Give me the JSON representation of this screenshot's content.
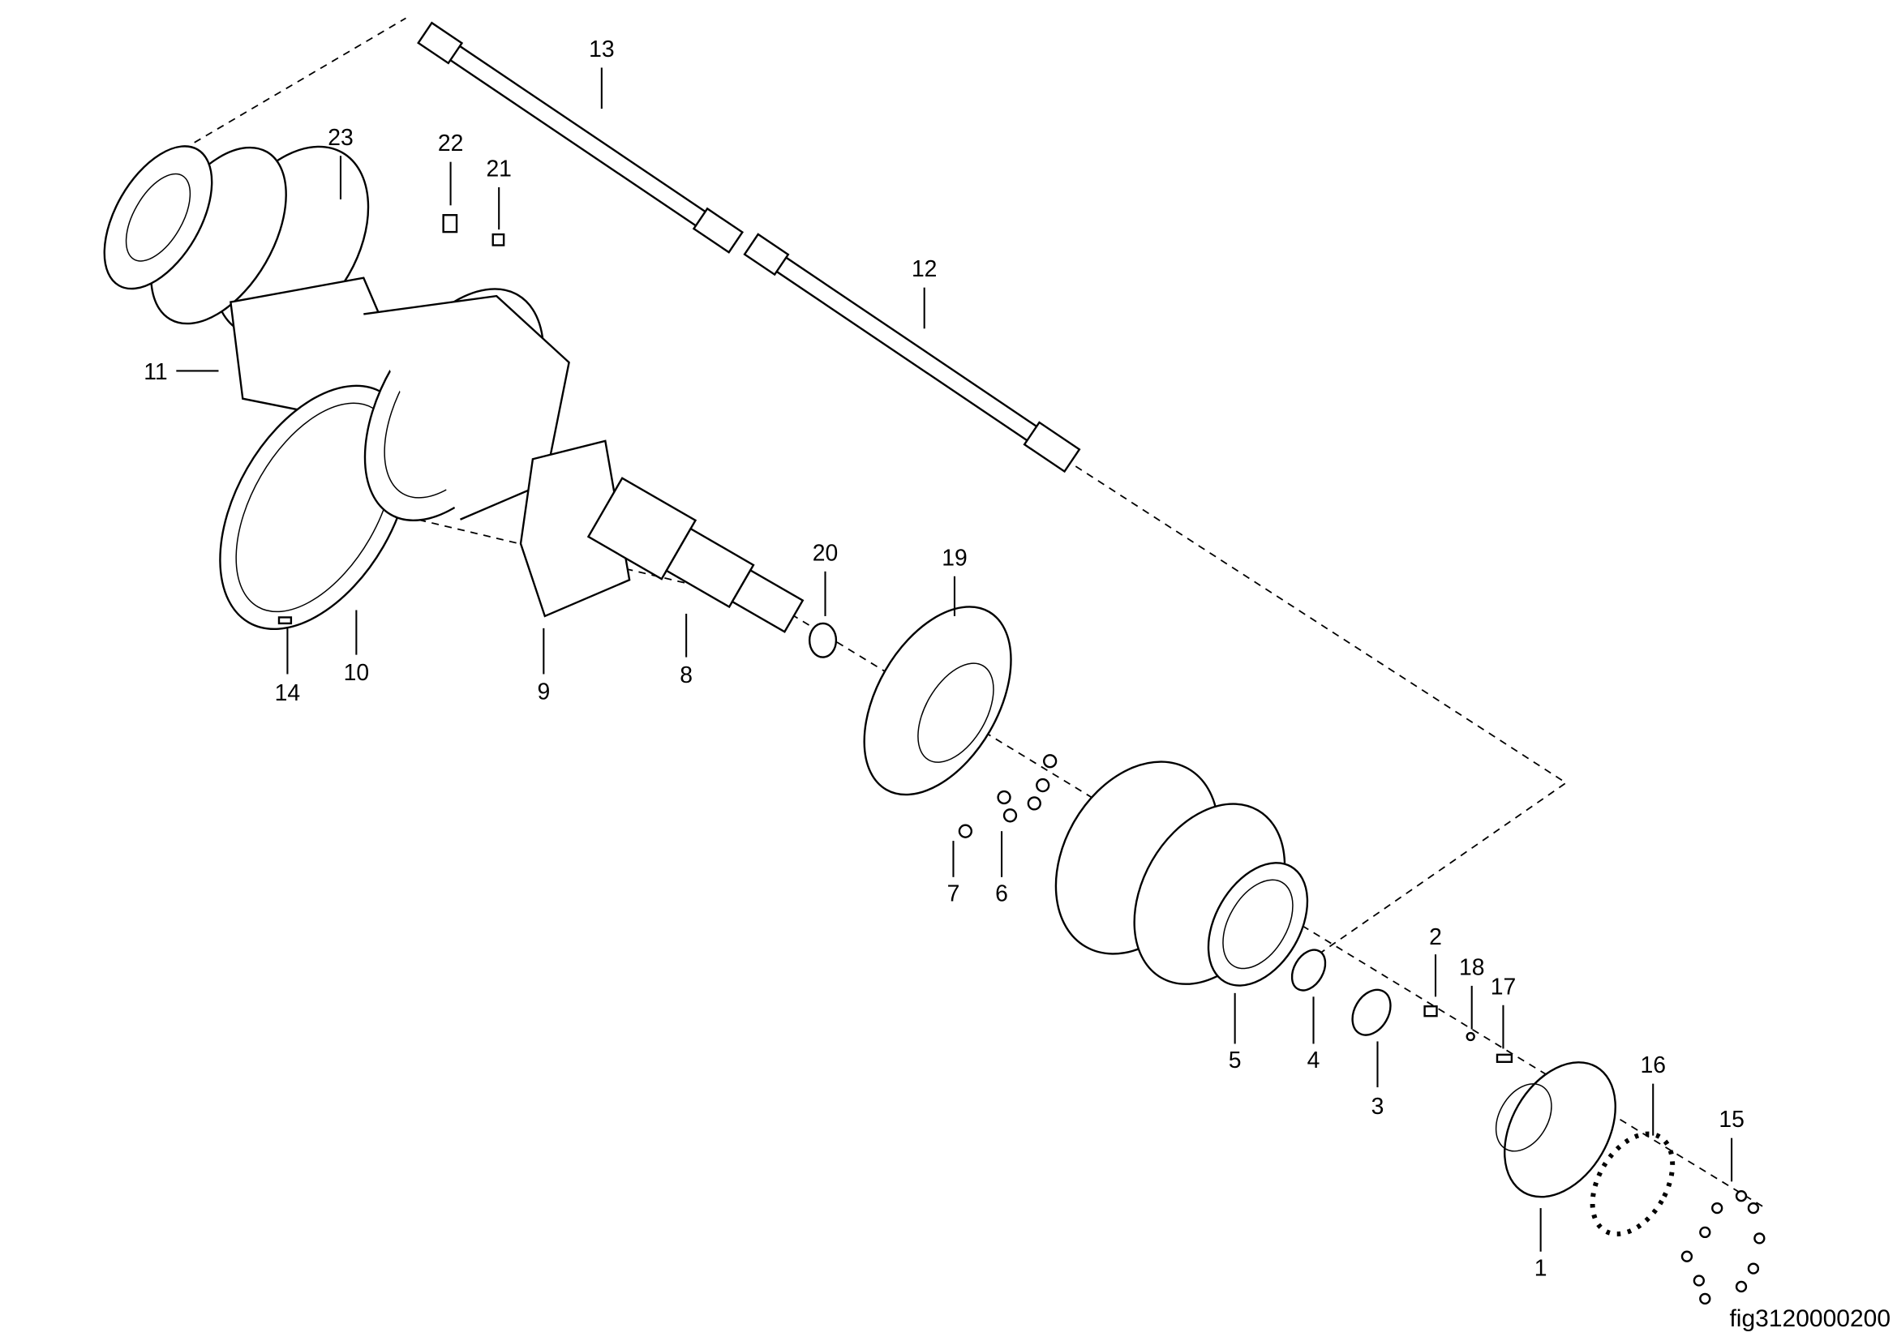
{
  "figure_id": "fig3120000200",
  "callouts": [
    "1",
    "2",
    "3",
    "4",
    "5",
    "6",
    "7",
    "8",
    "9",
    "10",
    "11",
    "12",
    "13",
    "14",
    "15",
    "16",
    "17",
    "18",
    "19",
    "20",
    "21",
    "22",
    "23"
  ]
}
